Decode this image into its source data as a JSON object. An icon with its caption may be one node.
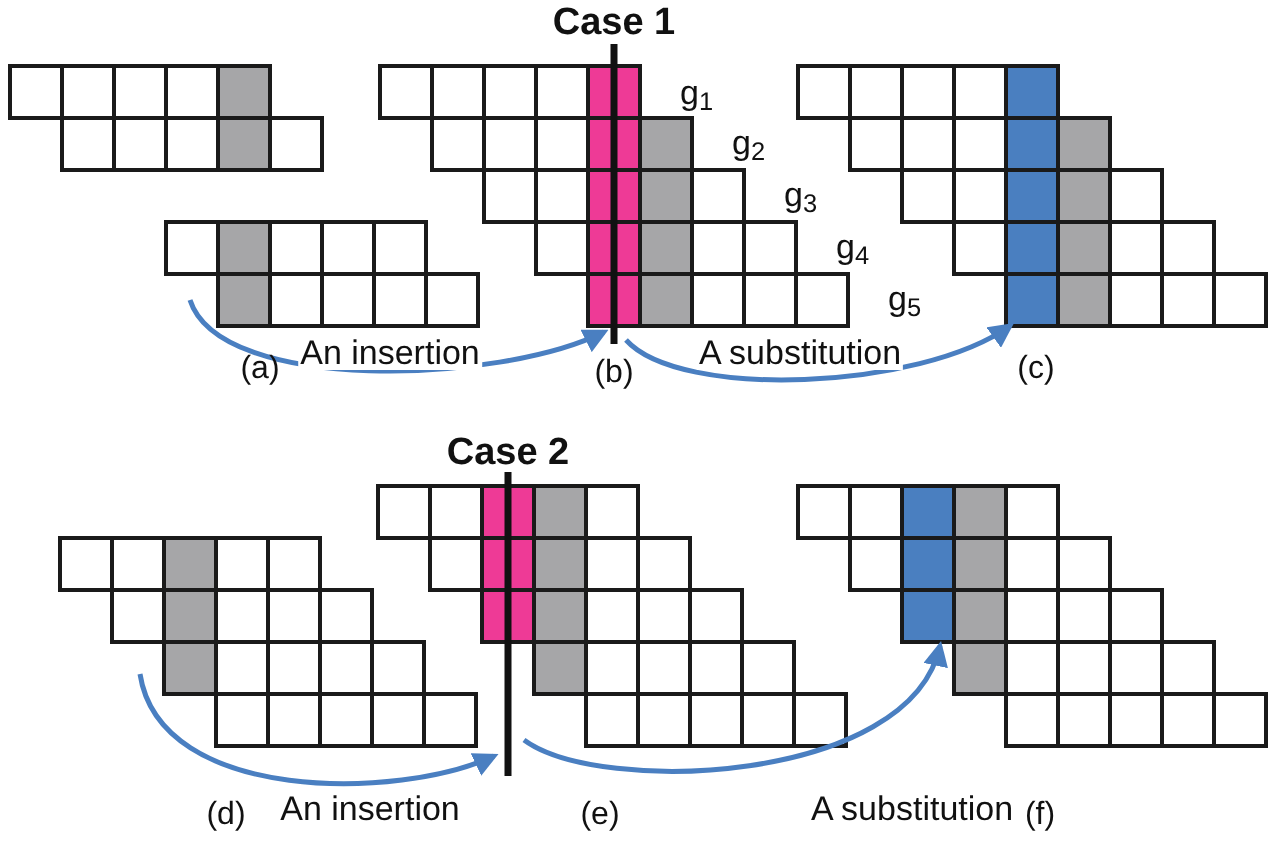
{
  "diagram": {
    "nodes": [
      {
        "text": [],
        "shape": "grid",
        "beside": [
          "(a)"
        ]
      },
      {
        "text": [],
        "shape": "grid",
        "beside": [
          "Case 1",
          "(b)"
        ]
      },
      {
        "text": [],
        "shape": "grid",
        "beside": [
          "(c)"
        ]
      },
      {
        "text": [],
        "shape": "grid",
        "beside": [
          "(d)"
        ]
      },
      {
        "text": [],
        "shape": "grid",
        "beside": [
          "Case 2",
          "(e)"
        ]
      },
      {
        "text": [],
        "shape": "grid",
        "beside": [
          "(f)"
        ]
      }
    ],
    "edges": [
      {
        "from": 0,
        "to": 1,
        "arrow": "to",
        "label": "An insertion"
      },
      {
        "from": 1,
        "to": 2,
        "arrow": "to",
        "label": "A substitution"
      },
      {
        "from": 3,
        "to": 4,
        "arrow": "to",
        "label": "An insertion"
      },
      {
        "from": 4,
        "to": 5,
        "arrow": "to",
        "label": "A substitution"
      }
    ],
    "labels": [
      "g$_{1}$",
      "g$_{2}$",
      "g$_{3}$",
      "g$_{4}$",
      "g$_{5}$"
    ]
  }
}
